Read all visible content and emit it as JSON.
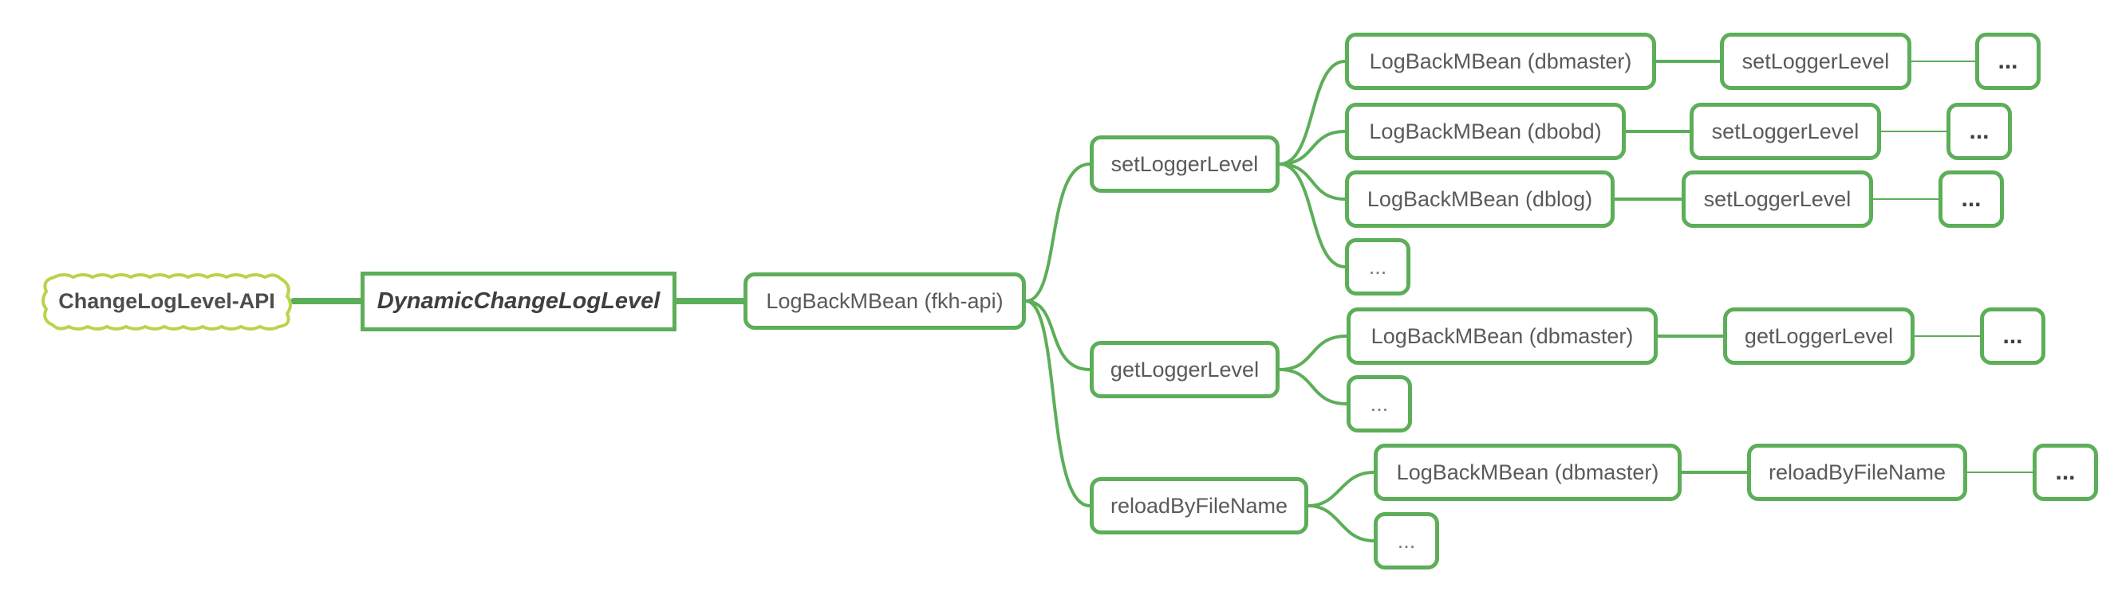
{
  "colors": {
    "branch": "#5cae58",
    "root_outline": "#b8d44a",
    "text": "#5a5a5a"
  },
  "nodes": {
    "root": "ChangeLogLevel-API",
    "central": "DynamicChangeLogLevel",
    "bean_fkh": "LogBackMBean (fkh-api)",
    "set_logger_level": "setLoggerLevel",
    "get_logger_level": "getLoggerLevel",
    "reload_by_file_name": "reloadByFileName",
    "set_bean_dbmaster": "LogBackMBean (dbmaster)",
    "set_bean_dbobd": "LogBackMBean (dbobd)",
    "set_bean_dblog": "LogBackMBean (dblog)",
    "set_more": "...",
    "set_dbmaster_method": "setLoggerLevel",
    "set_dbobd_method": "setLoggerLevel",
    "set_dblog_method": "setLoggerLevel",
    "set_dbmaster_more": "...",
    "set_dbobd_more": "...",
    "set_dblog_more": "...",
    "get_bean_dbmaster": "LogBackMBean (dbmaster)",
    "get_more": "...",
    "get_dbmaster_method": "getLoggerLevel",
    "get_dbmaster_more": "...",
    "reload_bean_dbmaster": "LogBackMBean (dbmaster)",
    "reload_more": "...",
    "reload_dbmaster_method": "reloadByFileName",
    "reload_dbmaster_more": "..."
  }
}
